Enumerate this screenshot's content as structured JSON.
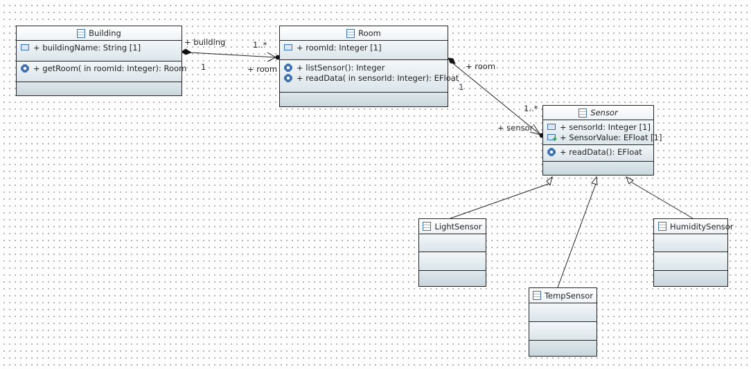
{
  "classes": {
    "building": {
      "name": "Building",
      "attributes": [
        "+ buildingName: String [1]"
      ],
      "operations": [
        "+ getRoom(  in roomId: Integer): Room"
      ]
    },
    "room": {
      "name": "Room",
      "attributes": [
        "+ roomId: Integer [1]"
      ],
      "operations": [
        "+ listSensor(): Integer",
        "+ readData(  in sensorId: Integer): EFloat"
      ]
    },
    "sensor": {
      "name": "Sensor",
      "abstract": true,
      "attributes": [
        "+ sensorId: Integer [1]",
        "+ SensorValue: EFloat [1]"
      ],
      "operations": [
        "+ readData(): EFloat"
      ]
    },
    "light": {
      "name": "LightSensor"
    },
    "humidity": {
      "name": "HumiditySensor"
    },
    "temp": {
      "name": "TempSensor"
    }
  },
  "associations": {
    "building_room": {
      "end1_role": "+ building",
      "end1_mult": "1",
      "end2_role": "+ room",
      "end2_mult": "1..*"
    },
    "room_sensor": {
      "end1_role": "+ room",
      "end1_mult": "1",
      "end2_role": "+ sensor",
      "end2_mult": "1..*"
    }
  }
}
